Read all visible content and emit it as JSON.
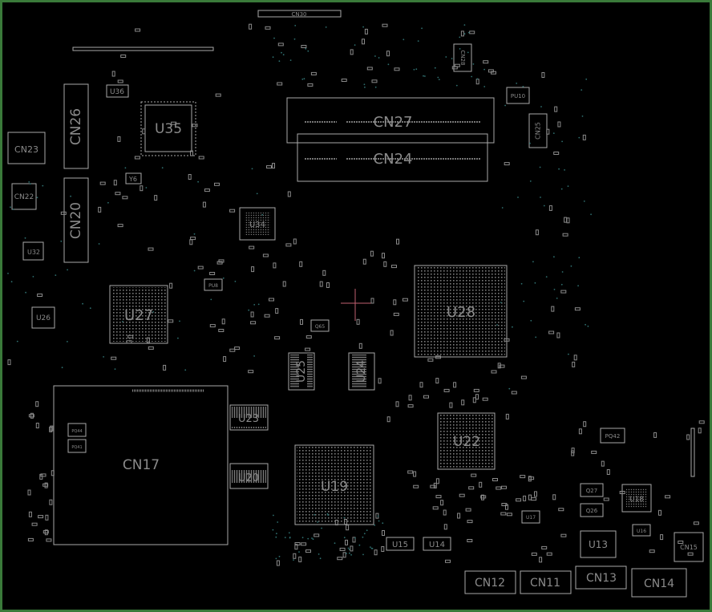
{
  "board": {
    "border_color": "#3a7a3a",
    "background": "#000000",
    "outline_color": "#a8a8a8",
    "label_color": "#8a8a8a"
  },
  "components": {
    "CN30": "CN30",
    "CN26": "CN26",
    "CN27": "CN27",
    "CN24": "CN24",
    "CN23": "CN23",
    "CN22": "CN22",
    "CN20": "CN20",
    "CN17": "CN17",
    "CN28": "CN28",
    "CN12": "CN12",
    "CN11": "CN11",
    "CN13": "CN13",
    "CN14": "CN14",
    "CN15": "CN15",
    "CN25": "CN25",
    "U36": "U36",
    "U35": "U35",
    "U34": "U34",
    "U32": "U32",
    "U27": "U27",
    "U26": "U26",
    "U28": "U28",
    "U25": "U25",
    "U24": "U24",
    "U23": "U23",
    "U22": "U22",
    "U20": "U20",
    "U19": "U19",
    "U18": "U18",
    "U17": "U17",
    "U16": "U16",
    "U15": "U15",
    "U14": "U14",
    "U13": "U13",
    "Y6": "Y6",
    "PU8": "PU8",
    "PU10": "PU10",
    "PQ42": "PQ42",
    "PQ44": "PQ44",
    "PQ41": "PQ41",
    "Q27": "Q27",
    "Q26": "Q26",
    "Q65": "Q65"
  }
}
